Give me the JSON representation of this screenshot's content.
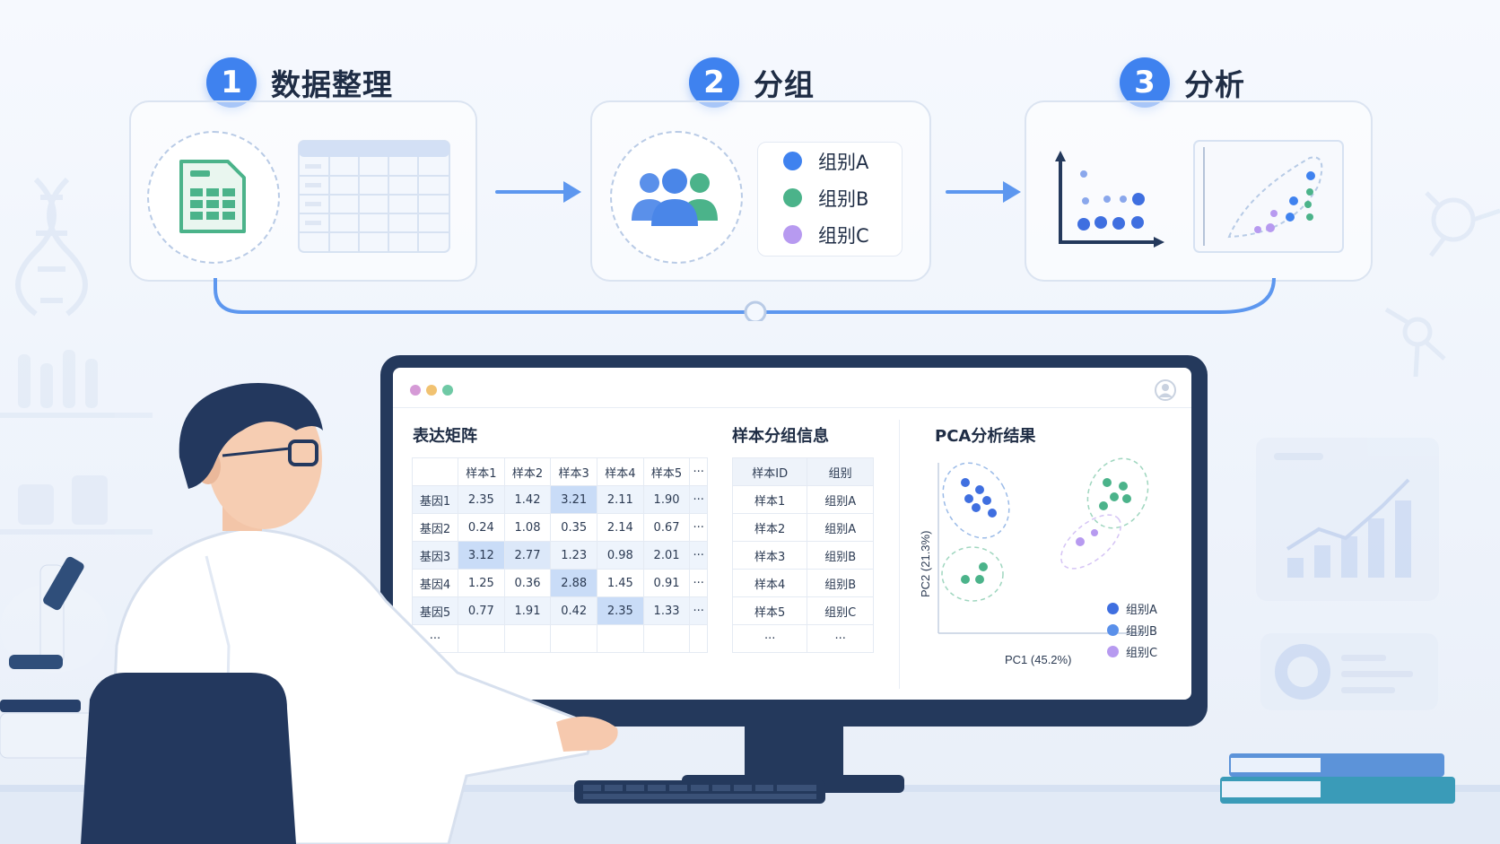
{
  "steps": [
    {
      "num": "1",
      "label": "数据整理"
    },
    {
      "num": "2",
      "label": "分组"
    },
    {
      "num": "3",
      "label": "分析"
    }
  ],
  "groups_panel": [
    {
      "label": "组别A",
      "color": "#3f82ef"
    },
    {
      "label": "组别B",
      "color": "#4bb38a"
    },
    {
      "label": "组别C",
      "color": "#b79af0"
    }
  ],
  "expression_matrix": {
    "title": "表达矩阵",
    "headers": [
      "样本1",
      "样本2",
      "样本3",
      "样本4",
      "样本5",
      "···"
    ],
    "rows": [
      {
        "gene": "基因1",
        "values": [
          "2.35",
          "1.42",
          "3.21",
          "2.11",
          "1.90",
          "···"
        ]
      },
      {
        "gene": "基因2",
        "values": [
          "0.24",
          "1.08",
          "0.35",
          "2.14",
          "0.67",
          "···"
        ]
      },
      {
        "gene": "基因3",
        "values": [
          "3.12",
          "2.77",
          "1.23",
          "0.98",
          "2.01",
          "···"
        ]
      },
      {
        "gene": "基因4",
        "values": [
          "1.25",
          "0.36",
          "2.88",
          "1.45",
          "0.91",
          "···"
        ]
      },
      {
        "gene": "基因5",
        "values": [
          "0.77",
          "1.91",
          "0.42",
          "2.35",
          "1.33",
          "···"
        ]
      }
    ],
    "ellipsis_row": "···"
  },
  "sample_groups": {
    "title": "样本分组信息",
    "headers": [
      "样本ID",
      "组别"
    ],
    "rows": [
      [
        "样本1",
        "组别A"
      ],
      [
        "样本2",
        "组别A"
      ],
      [
        "样本3",
        "组别B"
      ],
      [
        "样本4",
        "组别B"
      ],
      [
        "样本5",
        "组别C"
      ],
      [
        "···",
        "···"
      ]
    ]
  },
  "pca": {
    "title": "PCA分析结果",
    "xlabel": "PC1 (45.2%)",
    "ylabel": "PC2 (21.3%)",
    "legend": [
      {
        "label": "组别A",
        "color": "#3f6fe0"
      },
      {
        "label": "组别B",
        "color": "#5a90ea"
      },
      {
        "label": "组别C",
        "color": "#b79af0"
      }
    ]
  }
}
